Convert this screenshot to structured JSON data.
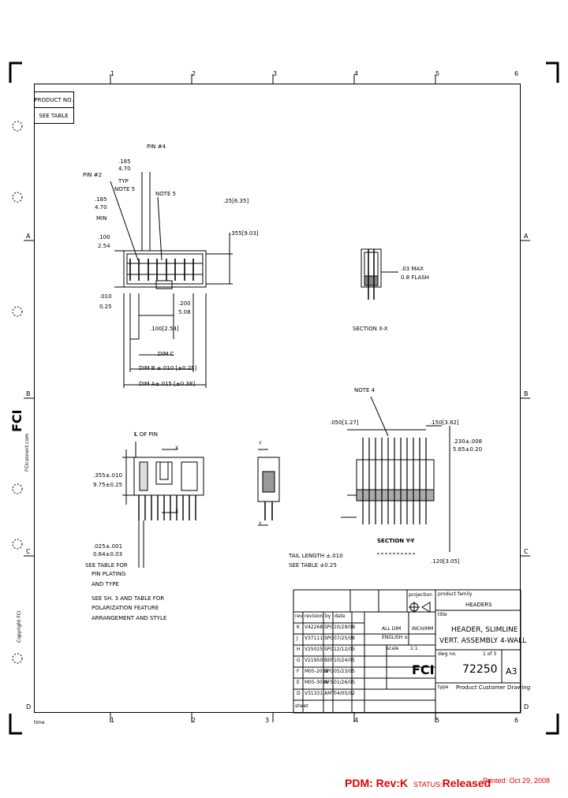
{
  "border": {
    "col_labels_top": [
      "1",
      "2",
      "3",
      "4",
      "5",
      "6"
    ],
    "col_labels_bottom": [
      "1",
      "2",
      "3",
      "4",
      "5",
      "6"
    ],
    "row_labels": [
      "A",
      "B",
      "C",
      "D"
    ],
    "timestamp": "time"
  },
  "product_box": {
    "header": "PRODUCT NO.",
    "value": "SEE TABLE"
  },
  "annotations": {
    "pin4": "PIN #4",
    "pin2": "PIN #2",
    "dim185a": ".185",
    "dim470a": "4.70",
    "typ": "TYP",
    "note5a": "NOTE 5",
    "note5b": "NOTE 5",
    "dim185b": ".185",
    "dim470b": "4.70",
    "min": "MIN",
    "dim25": ".25[6.35]",
    "dim355": ".355[9.03]",
    "dim100a": ".100",
    "dim254a": "2.54",
    "dim010": ".010",
    "dim025": "0.25",
    "dim200": ".200",
    "dim508": "5.08",
    "dim100b": ".100[2.54]",
    "dimC": "DIM C",
    "dimB": "DIM B ±.010 [±0.25]",
    "dimA": "DIM A±.015 [±0.38]",
    "maxflash1": ".03 MAX",
    "maxflash2": "0.8 FLASH",
    "sectionXX": "SECTION X-X",
    "note4": "NOTE 4",
    "dim050": ".050[1.27]",
    "dim150": ".150[3.82]",
    "dim230a": ".230±.008",
    "dim230b": "5.85±0.20",
    "clpin": "℄ OF PIN",
    "dim355b": ".355±.010",
    "dim355c": "9.75±0.25",
    "dim025b": ".025±.001",
    "dim063": "0.64±0.03",
    "seetable": "SEE TABLE FOR",
    "pinplating": "PIN PLATING",
    "andtype": "AND TYPE",
    "seesh": "SEE SH. 3 AND TABLE FOR",
    "polar": "POLARIZATION FEATURE",
    "arrange": "ARRANGEMENT AND STYLE",
    "taillen": "TAIL LENGTH ±.010",
    "seetable2": "SEE TABLE ±0.25",
    "sectionYY": "SECTION Y-Y",
    "dim120": ".120[3.05]",
    "x": "X",
    "y": "Y"
  },
  "title_block": {
    "product_family_label": "product family",
    "product_family": "HEADERS",
    "title_label": "title",
    "title1": "HEADER, SLIMLINE",
    "title2": "VERT. ASSEMBLY 4-WALL",
    "dwg_no_label": "dwg no.",
    "dwg_no": "72250",
    "size": "A3",
    "sheet": "1 of 3",
    "type_label": "type",
    "type_value": "Product Customer Drawing",
    "projection": "projection",
    "units1": "ALL DIM",
    "units2": "ENGLISH ±",
    "units3": "INCH/MM",
    "scale": "scale",
    "scale_val": "1:1",
    "logo": "FCI",
    "revisions": [
      {
        "rev": "K",
        "ecn": "V42268",
        "by": "SPG",
        "date": "10/29/08"
      },
      {
        "rev": "J",
        "ecn": "V37111",
        "by": "SPG",
        "date": "07/25/08"
      },
      {
        "rev": "H",
        "ecn": "V25025",
        "by": "SPG",
        "date": "12/12/05"
      },
      {
        "rev": "G",
        "ecn": "V21950",
        "by": "BEP",
        "date": "10/24/05"
      },
      {
        "rev": "F",
        "ecn": "M05-2036",
        "by": "SPG",
        "date": "05/23/05"
      },
      {
        "rev": "E",
        "ecn": "M05-3005",
        "by": "AFS",
        "date": "01/26/05"
      },
      {
        "rev": "D",
        "ecn": "V31331",
        "by": "AMT",
        "date": "04/05/02"
      }
    ],
    "rev_header": [
      "rev",
      "revision",
      "by",
      "date"
    ],
    "sheet_label": "sheet"
  },
  "side_text": {
    "brand": "FCI",
    "brand_sub": "FCIconnect.com",
    "copyright": "Copyright FCI"
  },
  "footer": {
    "pdm": "PDM: Rev:K",
    "status_label": "STATUS:",
    "status": "Released",
    "printed": "Printed: Oct 29, 2008"
  }
}
